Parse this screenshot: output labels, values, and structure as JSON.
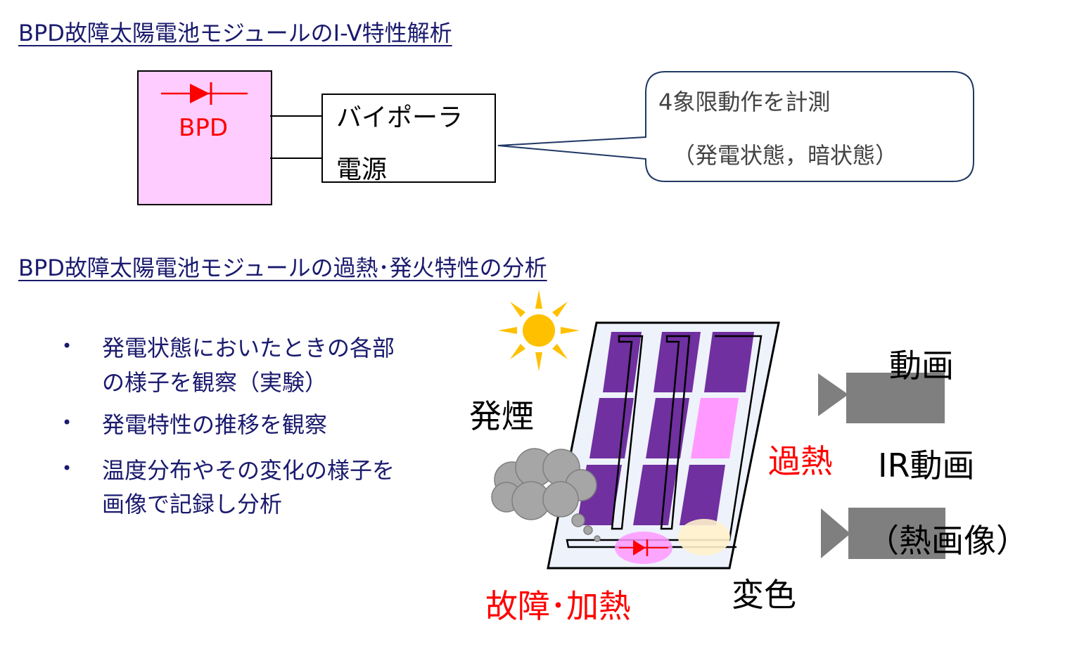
{
  "headings": {
    "iv_analysis": "BPD故障太陽電池モジュールのI-V特性解析",
    "fire_analysis": "BPD故障太陽電池モジュールの過熱･発火特性の分析"
  },
  "circuit": {
    "bpd_label": "BPD",
    "power_supply_line1": "バイポーラ",
    "power_supply_line2": "電源"
  },
  "callout": {
    "line1": "4象限動作を計測",
    "line2": "（発電状態，暗状態）"
  },
  "bullets": [
    {
      "line1": "発電状態においたときの各部",
      "line2": "の様子を観察（実験）"
    },
    {
      "line1": "発電特性の推移を観察"
    },
    {
      "line1": "温度分布やその変化の様子を",
      "line2": "画像で記録し分析"
    }
  ],
  "labels": {
    "smoke": "発煙",
    "overheat": "過熱",
    "fault_heating": "故障･加熱",
    "discoloration": "変色",
    "video": "動画",
    "ir_video": "IR動画",
    "thermal_image": "（熱画像）"
  },
  "colors": {
    "heading": "#1a1a6e",
    "bpd_box": "#ffccff",
    "diode": "#ff0000",
    "cell": "#7030a0",
    "hot_cell": "#ff99ff",
    "sun": "#ffc000",
    "cloud": "#a6a6a6",
    "camera": "#7f7f7f",
    "alert_text": "#ff0000"
  }
}
